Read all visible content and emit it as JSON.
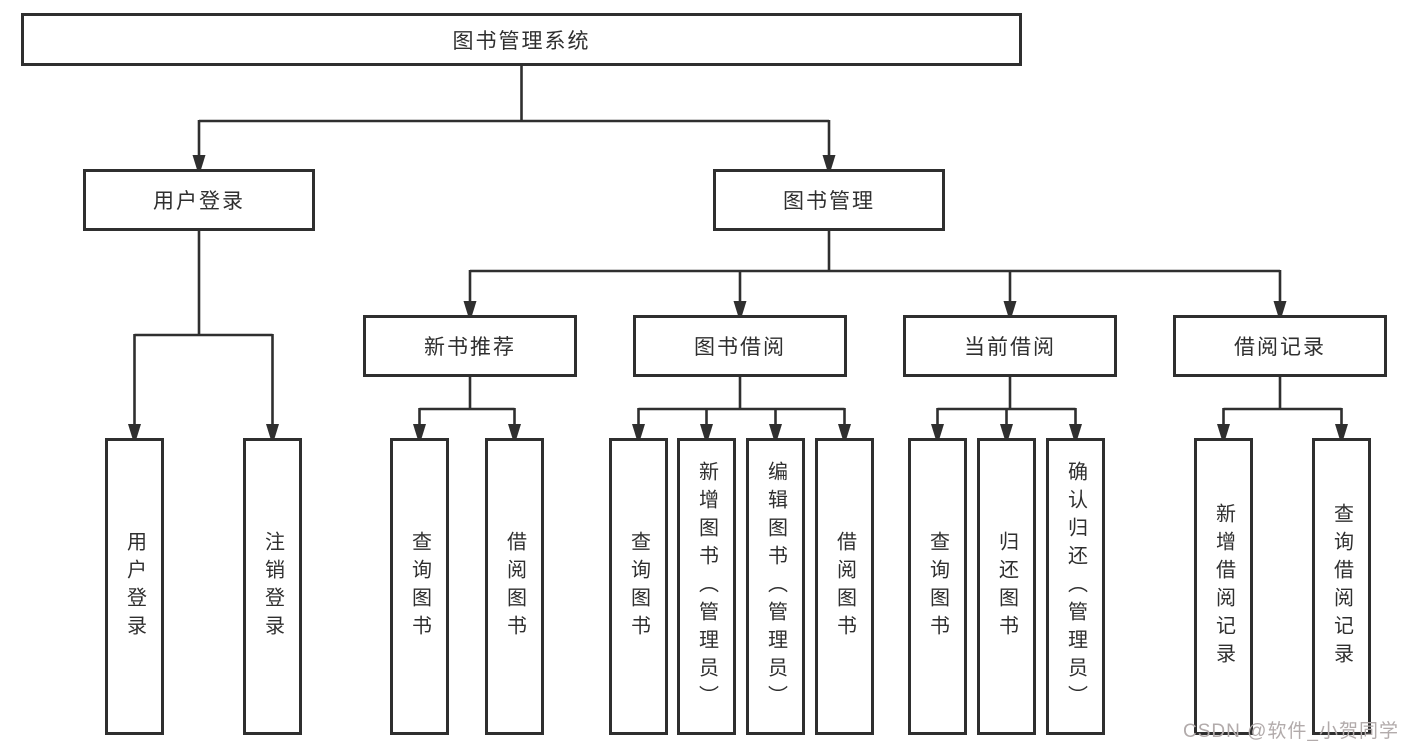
{
  "diagram": {
    "root": {
      "label": "图书管理系统"
    },
    "level1": [
      {
        "label": "用户登录"
      },
      {
        "label": "图书管理"
      }
    ],
    "level2": [
      {
        "label": "新书推荐"
      },
      {
        "label": "图书借阅"
      },
      {
        "label": "当前借阅"
      },
      {
        "label": "借阅记录"
      }
    ],
    "leaves": {
      "user_login": [
        {
          "label": "用户登录"
        },
        {
          "label": "注销登录"
        }
      ],
      "new_book": [
        {
          "label": "查询图书"
        },
        {
          "label": "借阅图书"
        }
      ],
      "book_borrow": [
        {
          "label": "查询图书"
        },
        {
          "label": "新增图书（管理员）"
        },
        {
          "label": "编辑图书（管理员）"
        },
        {
          "label": "借阅图书"
        }
      ],
      "current_borrow": [
        {
          "label": "查询图书"
        },
        {
          "label": "归还图书"
        },
        {
          "label": "确认归还（管理员）"
        }
      ],
      "borrow_record": [
        {
          "label": "新增借阅记录"
        },
        {
          "label": "查询借阅记录"
        }
      ]
    },
    "colors": {
      "line": "#2f2f2f",
      "node_border": "#2f2f2f",
      "node_background": "#ffffff",
      "text": "#2f2f2f",
      "watermark": "#b2abab"
    }
  },
  "watermark": {
    "text": "CSDN @软件_小贺同学"
  }
}
